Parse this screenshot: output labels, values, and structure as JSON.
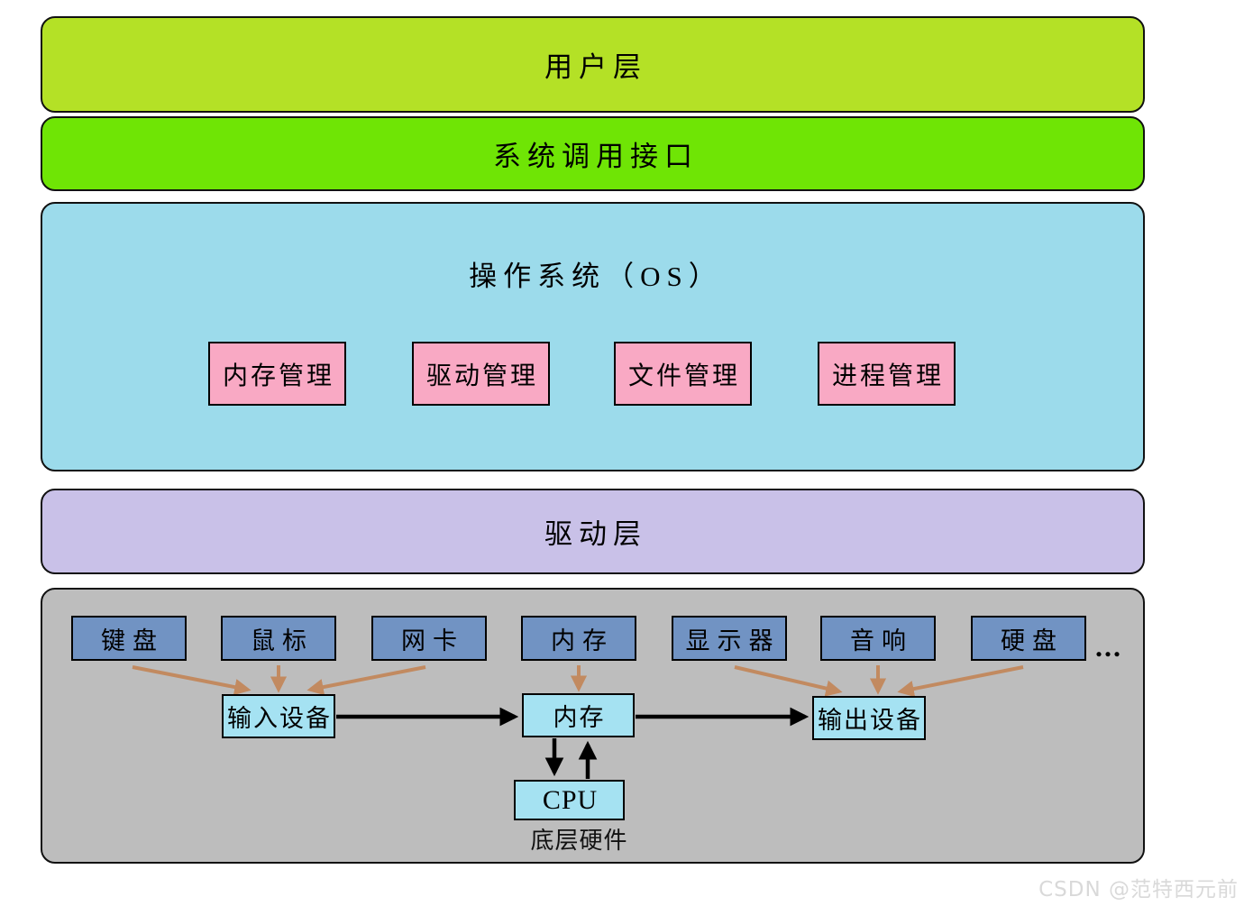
{
  "layers": {
    "user": {
      "label": "用户层"
    },
    "syscall": {
      "label": "系统调用接口"
    },
    "os": {
      "title": "操作系统（OS）",
      "modules": [
        {
          "label": "内存管理"
        },
        {
          "label": "驱动管理"
        },
        {
          "label": "文件管理"
        },
        {
          "label": "进程管理"
        }
      ]
    },
    "driver": {
      "label": "驱动层"
    },
    "hardware": {
      "devices": [
        {
          "label": "键盘"
        },
        {
          "label": "鼠标"
        },
        {
          "label": "网卡"
        },
        {
          "label": "内存"
        },
        {
          "label": "显示器"
        },
        {
          "label": "音响"
        },
        {
          "label": "硬盘"
        }
      ],
      "ellipsis": "...",
      "input_device": "输入设备",
      "memory": "内存",
      "output_device": "输出设备",
      "cpu_label": "CPU",
      "caption": "底层硬件"
    }
  },
  "watermark": {
    "text": "CSDN @范特西元前"
  },
  "colors": {
    "user_layer": "#b4e126",
    "syscall_layer": "#6fe505",
    "os_layer": "#9cdbeb",
    "module_box": "#f9a9c4",
    "driver_layer": "#c9c1e8",
    "hardware_layer": "#bdbdbd",
    "device_box": "#7193c3",
    "bus_box": "#a5e2f2",
    "arrow_brown": "#c28a60",
    "arrow_black": "#000000",
    "watermark": "#d9d9d9"
  }
}
